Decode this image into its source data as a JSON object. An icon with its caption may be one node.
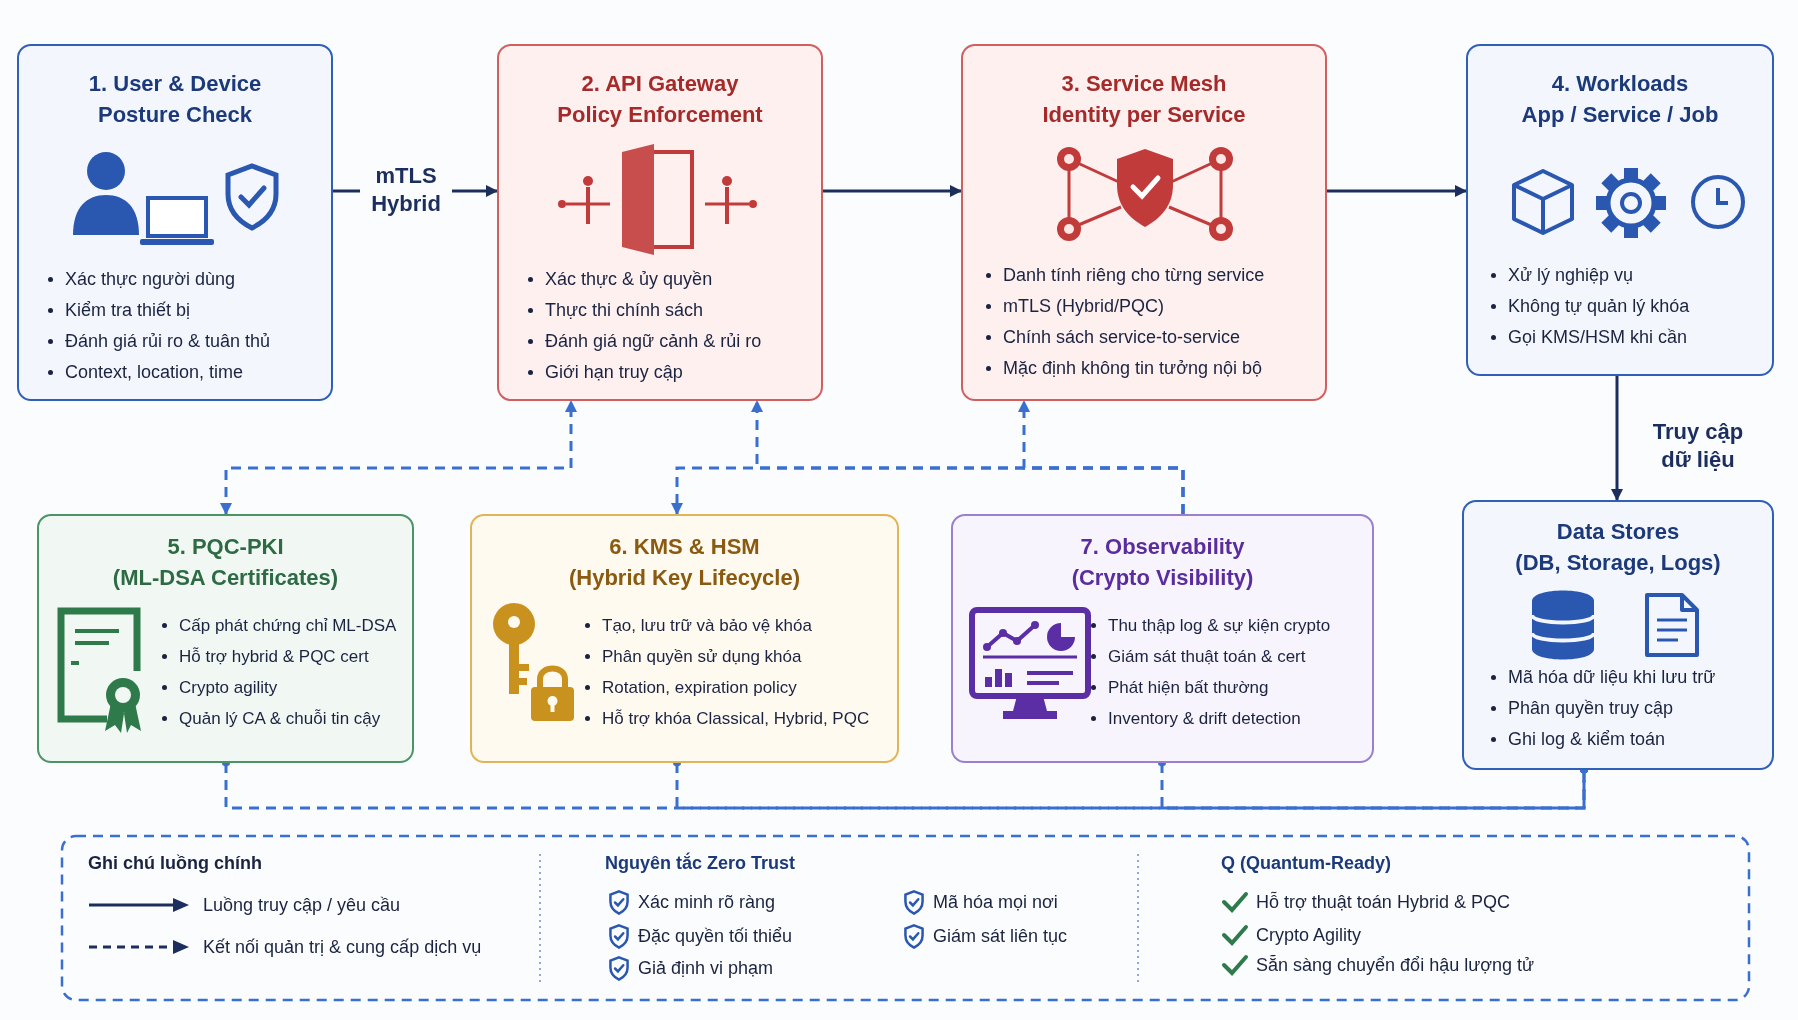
{
  "diagram": {
    "nodes": [
      {
        "text": [
          "1. User & Device Posture Check",
          "Xác thực người dùng",
          "Kiểm tra thiết bị",
          "Đánh giá rủi ro & tuân thủ",
          "Context, location, time"
        ]
      },
      {
        "text": [
          "2. API Gateway Policy Enforcement",
          "Xác thực & ủy quyền",
          "Thực thi chính sách",
          "Đánh giá ngữ cảnh & rủi ro",
          "Giới hạn truy cập"
        ]
      },
      {
        "text": [
          "3. Service Mesh Identity per Service",
          "Danh tính riêng cho từng service",
          "mTLS (Hybrid/PQC)",
          "Chính sách service-to-service",
          "Mặc định không tin tưởng nội bộ"
        ]
      },
      {
        "text": [
          "4. Workloads App / Service / Job",
          "Xử lý nghiệp vụ",
          "Không tự quản lý khóa",
          "Gọi KMS/HSM khi cần"
        ]
      },
      {
        "text": [
          "5. PQC-PKI (ML-DSA Certificates)",
          "Cấp phát chứng chỉ ML-DSA",
          "Hỗ trợ hybrid & PQC cert",
          "Crypto agility",
          "Quản lý CA & chuỗi tin cậy"
        ]
      },
      {
        "text": [
          "6. KMS & HSM (Hybrid Key Lifecycle)",
          "Tạo, lưu trữ và bảo vệ khóa",
          "Phân quyền sử dụng khóa",
          "Rotation, expiration policy",
          "Hỗ trợ khóa Classical, Hybrid, PQC"
        ]
      },
      {
        "text": [
          "7. Observability (Crypto Visibility)",
          "Thu thập log & sự kiện crypto",
          "Giám sát thuật toán & cert",
          "Phát hiện bất thường",
          "Inventory & drift detection"
        ]
      },
      {
        "text": [
          "Data Stores (DB, Storage, Logs)",
          "Mã hóa dữ liệu khi lưu trữ",
          "Phân quyền truy cập",
          "Ghi log & kiểm toán"
        ]
      }
    ],
    "edges": [
      {
        "from": 0,
        "to": 1,
        "arrow": "to",
        "label": "mTLS Hybrid",
        "color": "#1c2e5e"
      },
      {
        "from": 1,
        "to": 2,
        "arrow": "to",
        "color": "#1c2e5e"
      },
      {
        "from": 2,
        "to": 3,
        "arrow": "to",
        "color": "#1c2e5e"
      },
      {
        "from": 3,
        "to": 7,
        "arrow": "to",
        "label": "Truy cập dữ liệu",
        "color": "#1c2e5e"
      },
      {
        "from": 4,
        "to": 1,
        "arrow": "both",
        "style": "dashed"
      },
      {
        "from": 6,
        "to": 5,
        "arrow": "to",
        "style": "dashed"
      },
      {
        "from": 6,
        "to": 1,
        "arrow": "to",
        "style": "dashed"
      },
      {
        "from": 6,
        "to": 2,
        "arrow": "to",
        "style": "dashed"
      },
      {
        "from": 4,
        "to": 7,
        "arrow": "other",
        "style": "dashed"
      },
      {
        "from": 5,
        "to": 7,
        "arrow": "other",
        "style": "dashed"
      },
      {
        "from": 6,
        "to": 7,
        "arrow": "other",
        "style": "dashed"
      }
    ],
    "labels": [
      "Ghi chú luồng chính",
      "Nguyên tắc Zero Trust",
      "Xác minh rõ ràng",
      "Mã hóa mọi nơi",
      "Đặc quyền tối thiểu",
      "Giám sát liên tục",
      "Giả định vi phạm",
      "Q (Quantum-Ready)",
      "Hỗ trợ thuật toán Hybrid & PQC",
      "Crypto Agility",
      "Sẵn sàng chuyển đổi hậu lượng tử"
    ],
    "legend": [
      {
        "text": "Luồng truy cập / yêu cầu"
      },
      {
        "text": "Kết nối quản trị & cung cấp dịch vụ"
      }
    ]
  }
}
